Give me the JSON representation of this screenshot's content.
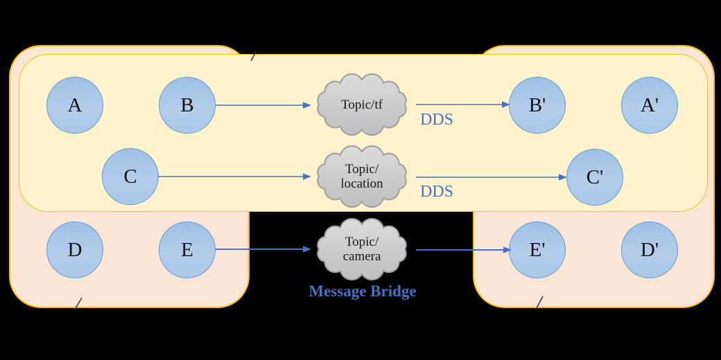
{
  "colors": {
    "background": "#000000",
    "host_region_fill": "#FBE5D5",
    "dds_region_fill": "#FFF2CC",
    "region_border": "#FFC000",
    "node_fill": "#A9C6E9",
    "node_border": "#5B9BD5",
    "cloud_fill": "#CECECE",
    "cloud_border": "#9E9E9E",
    "arrow": "#4472C4",
    "blue_label": "#4472C4",
    "node_text": "#111111"
  },
  "nodes": [
    {
      "id": "A",
      "label": "A"
    },
    {
      "id": "B",
      "label": "B"
    },
    {
      "id": "C",
      "label": "C"
    },
    {
      "id": "D",
      "label": "D"
    },
    {
      "id": "E",
      "label": "E"
    },
    {
      "id": "B-prime",
      "label": "B'"
    },
    {
      "id": "A-prime",
      "label": "A'"
    },
    {
      "id": "C-prime",
      "label": "C'"
    },
    {
      "id": "E-prime",
      "label": "E'"
    },
    {
      "id": "D-prime",
      "label": "D'"
    }
  ],
  "topics": [
    {
      "id": "topic-tf",
      "lines": [
        "Topic/tf"
      ]
    },
    {
      "id": "topic-location",
      "lines": [
        "Topic/",
        "location"
      ]
    },
    {
      "id": "topic-camera",
      "lines": [
        "Topic/",
        "camera"
      ]
    }
  ],
  "labels": {
    "dds_top": "DDS",
    "dds_middle": "DDS",
    "message_bridge": "Message Bridge"
  }
}
